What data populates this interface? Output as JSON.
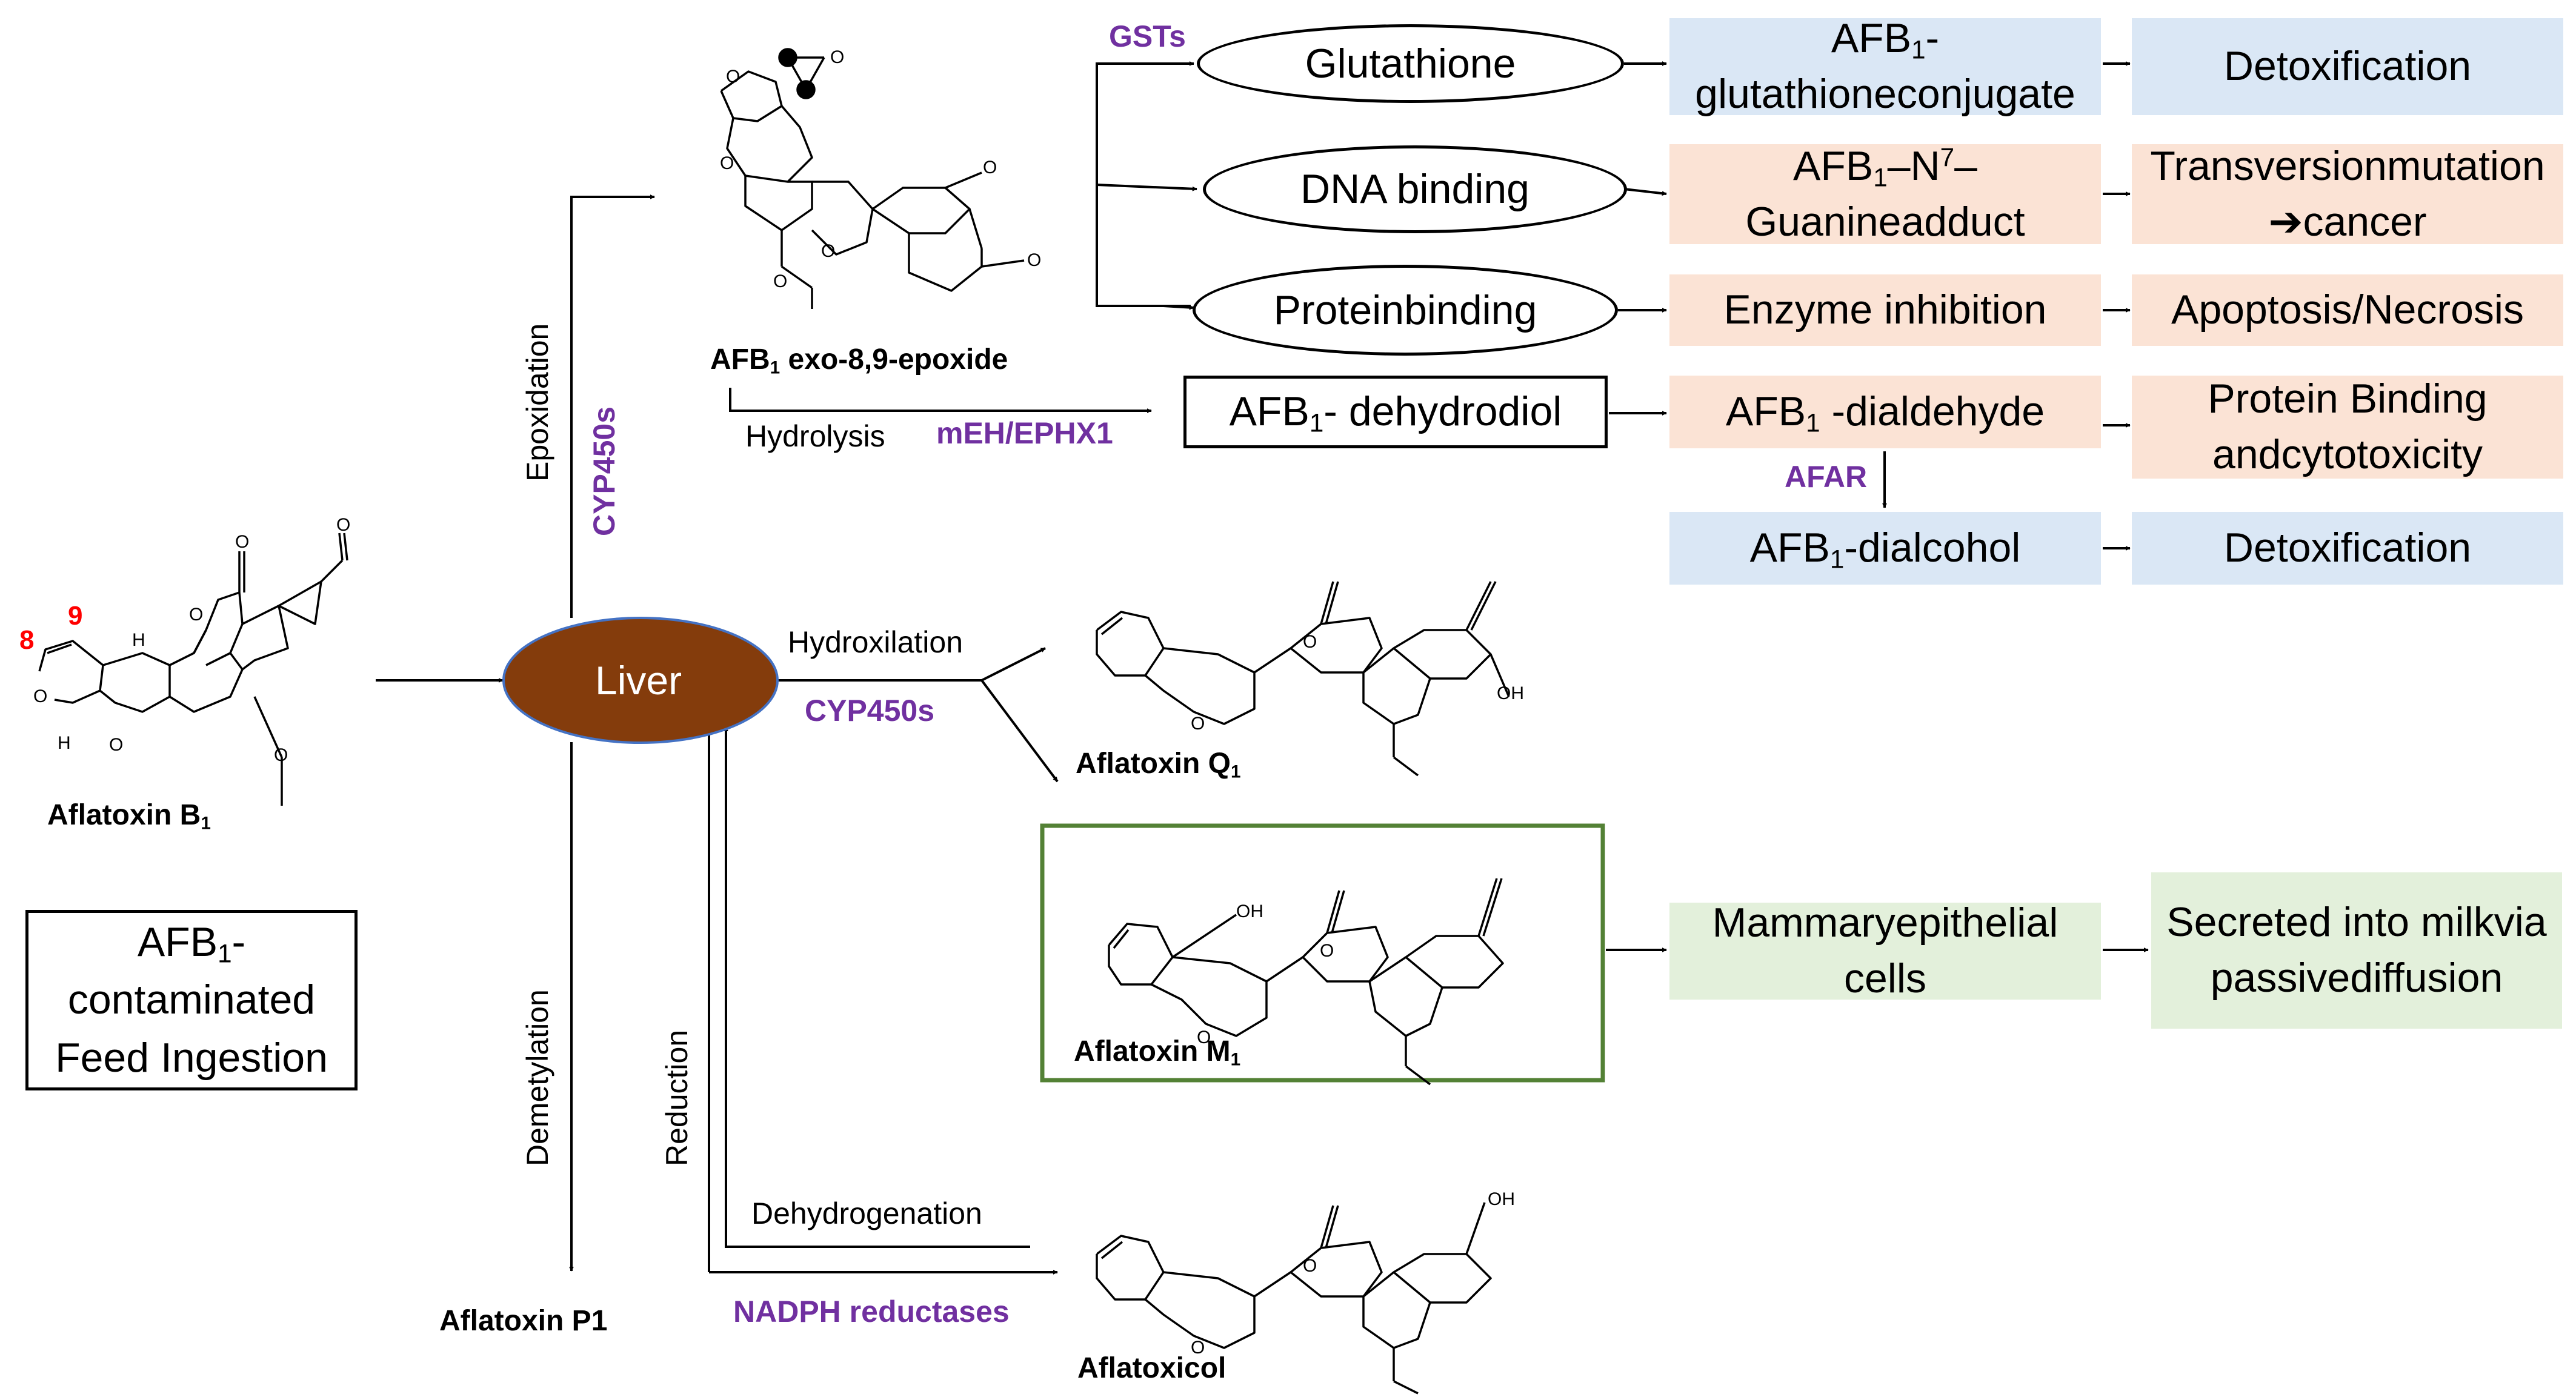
{
  "molecules": {
    "afb1": {
      "label": "Aflatoxin B",
      "sub": "1",
      "pos8": "8",
      "pos9": "9"
    },
    "epoxide": {
      "label_a": "AFB",
      "sub": "1",
      "label_b": " exo-8,9-epoxide"
    },
    "q1": {
      "label": "Aflatoxin Q",
      "sub": "1"
    },
    "m1": {
      "label": "Aflatoxin M",
      "sub": "1"
    },
    "p1": {
      "label": "Aflatoxin P1"
    },
    "aflatoxicol": {
      "label": "Aflatoxicol"
    }
  },
  "atoms": {
    "O": "O",
    "H": "H",
    "OH": "OH"
  },
  "feed": {
    "line1_a": "AFB",
    "line1_sub": "1",
    "line1_b": "-",
    "line2": "contaminated",
    "line3": "Feed Ingestion"
  },
  "liver": {
    "label": "Liver",
    "color": "#843c0c"
  },
  "reactions": {
    "epoxidation": "Epoxidation",
    "hydroxilation": "Hydroxilation",
    "demetylation": "Demetylation",
    "reduction": "Reduction",
    "dehydrogenation": "Dehydrogenation",
    "hydrolysis": "Hydrolysis"
  },
  "enzymes": {
    "cyp_epox": "CYP450s",
    "cyp_hydrox": "CYP450s",
    "gsts": "GSTs",
    "meh": "mEH/EPHX1",
    "afar": "AFAR",
    "nadph": "NADPH reductases"
  },
  "ellipses": {
    "glutathione": "Glutathione",
    "dna": "DNA binding",
    "protein_a": "Protein",
    "protein_b": "binding"
  },
  "dehydrodiol": {
    "a": "AFB",
    "sub": "1",
    "b": "- dehydrodiol"
  },
  "intermediates": {
    "gsh_conj": {
      "a": "AFB",
      "sub": "1",
      "b": "-glutathione",
      "line2": "conjugate"
    },
    "guanine": {
      "a": "AFB",
      "sub": "1",
      "b": "–N",
      "sup": "7",
      "c": "–Guanine",
      "line2": "adduct"
    },
    "enzyme_inh": "Enzyme inhibition",
    "dialdehyde": {
      "a": "AFB",
      "sub": "1",
      "b": " -dialdehyde"
    },
    "dialcohol": {
      "a": "AFB",
      "sub": "1",
      "b": "-dialcohol"
    },
    "mammary_1": "Mammary",
    "mammary_2": "epithelial cells"
  },
  "outcomes": {
    "detox1": "Detoxification",
    "transversion_1": "Transversion",
    "transversion_2a": "mutation",
    "transversion_arrow": "➔",
    "transversion_2b": "cancer",
    "apoptosis": "Apoptosis/Necrosis",
    "protein_cyto_1": "Protein Binding and",
    "protein_cyto_2": "cytotoxicity",
    "detox2": "Detoxification",
    "milk_1": "Secreted into milk",
    "milk_2": "via passive",
    "milk_3": "diffusion"
  },
  "colors": {
    "enzyme_text": "#7030a0",
    "detox_fill": "#dae7f5",
    "toxic_fill": "#fbe3d5",
    "milk_fill": "#e3f0db",
    "m1_border": "#538135",
    "position_numbers": "#ff0000"
  }
}
